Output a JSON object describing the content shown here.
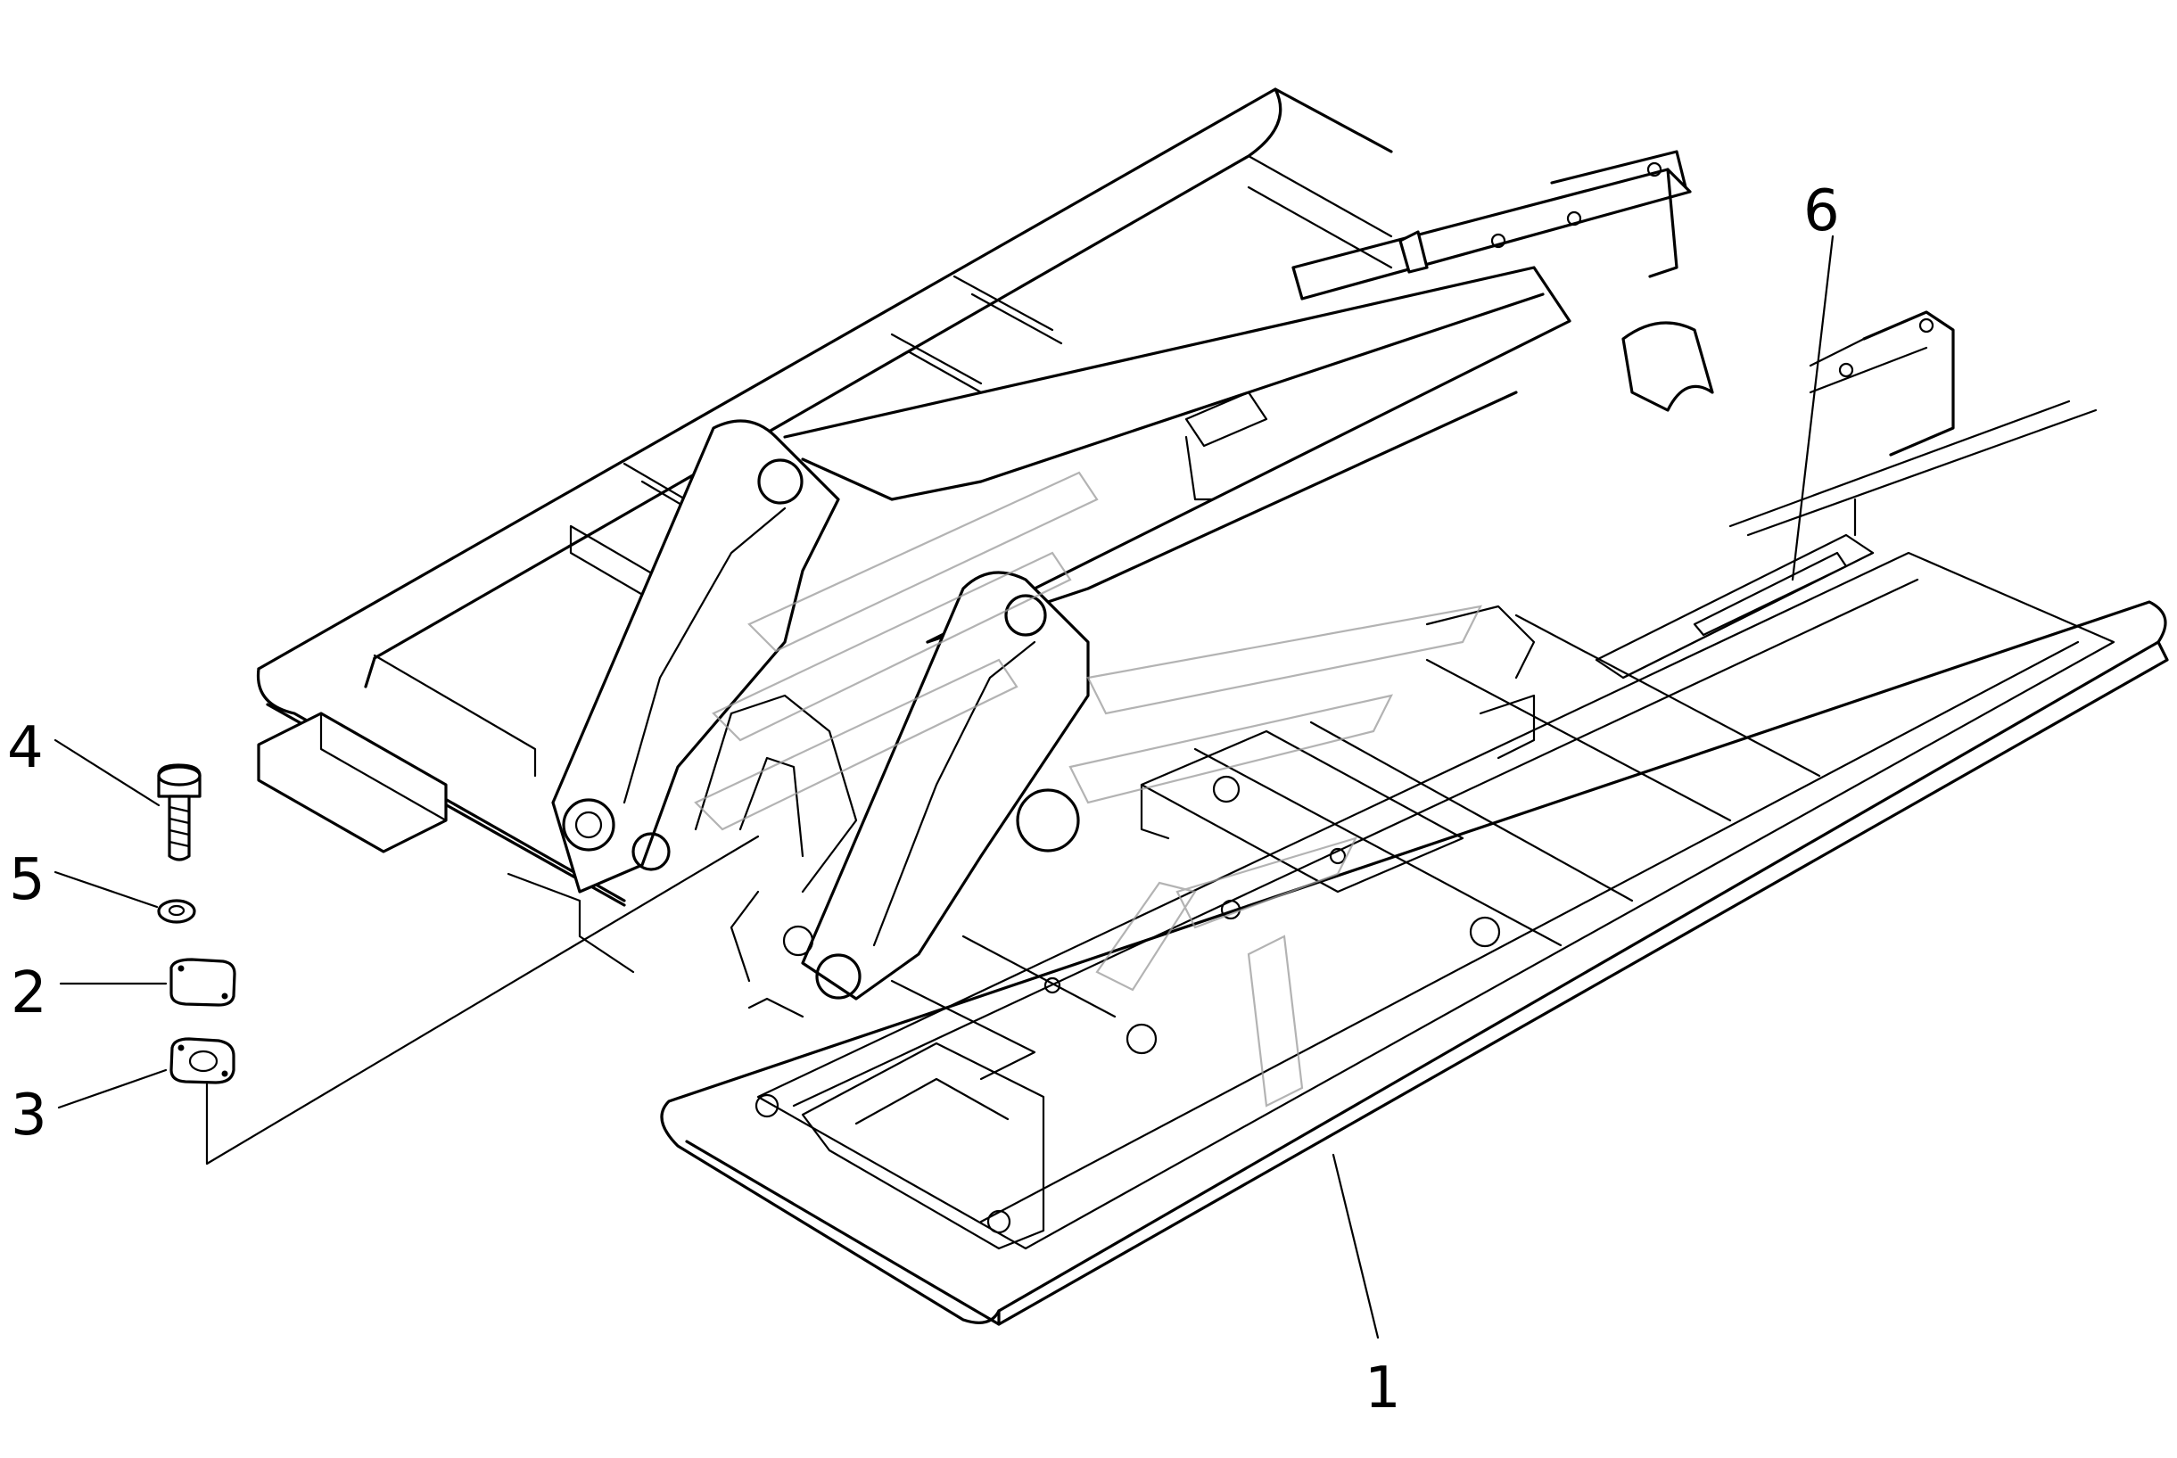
{
  "callouts": {
    "c1": "1",
    "c2": "2",
    "c3": "3",
    "c4": "4",
    "c5": "5",
    "c6": "6"
  },
  "colors": {
    "line": "#000000",
    "background": "#ffffff",
    "watermark": "#9a9a9a"
  }
}
